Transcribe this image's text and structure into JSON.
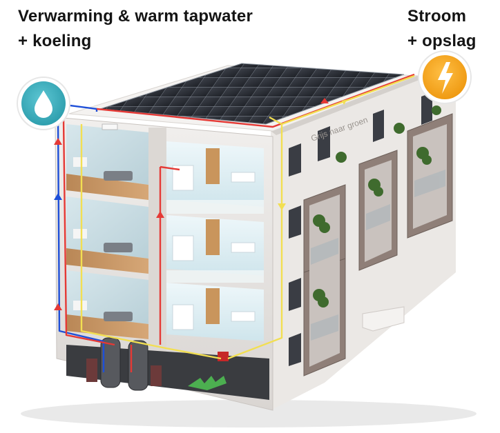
{
  "headings": {
    "heating_line1": "Verwarming & warm tapwater",
    "heating_line2": "+ koeling",
    "power_line1": "Stroom",
    "power_line2": "+ opslag"
  },
  "labels": {
    "roof_banner": "Grijs naar groen"
  },
  "icons": {
    "water": "water-drop-icon",
    "power": "lightning-bolt-icon"
  },
  "colors": {
    "water_badge": "#3bb1c0",
    "power_badge": "#f5a623",
    "hot_line": "#e53935",
    "cold_line": "#1e4fd8",
    "electric_line": "#f2df52",
    "wall": "#e9e6e3",
    "balcony_frame": "#8f7f78",
    "solar_panel": "#2b2e35"
  }
}
